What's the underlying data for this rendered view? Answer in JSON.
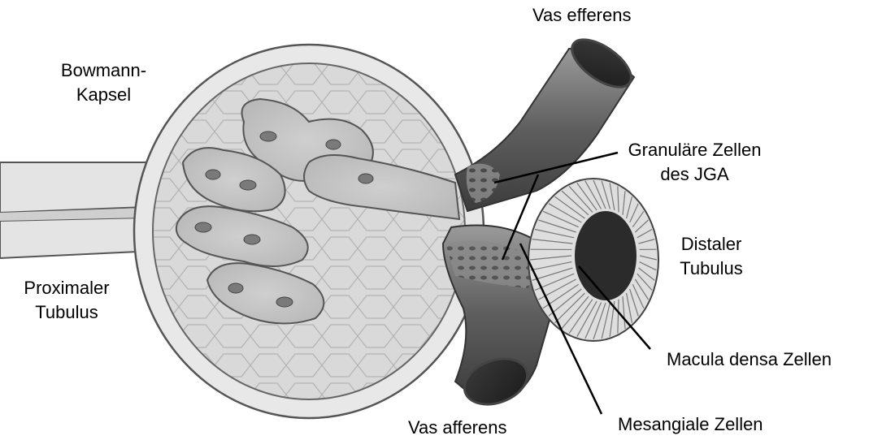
{
  "labels": {
    "vas_efferens": "Vas efferens",
    "bowmann_kapsel": [
      "Bowmann-",
      "Kapsel"
    ],
    "granulaere_zellen": [
      "Granuläre Zellen",
      "des JGA"
    ],
    "distaler_tubulus": [
      "Distaler",
      "Tubulus"
    ],
    "proximaler_tubulus": [
      "Proximaler",
      "Tubulus"
    ],
    "macula_densa": "Macula densa Zellen",
    "vas_afferens": "Vas afferens",
    "mesangiale_zellen": "Mesangiale Zellen"
  }
}
